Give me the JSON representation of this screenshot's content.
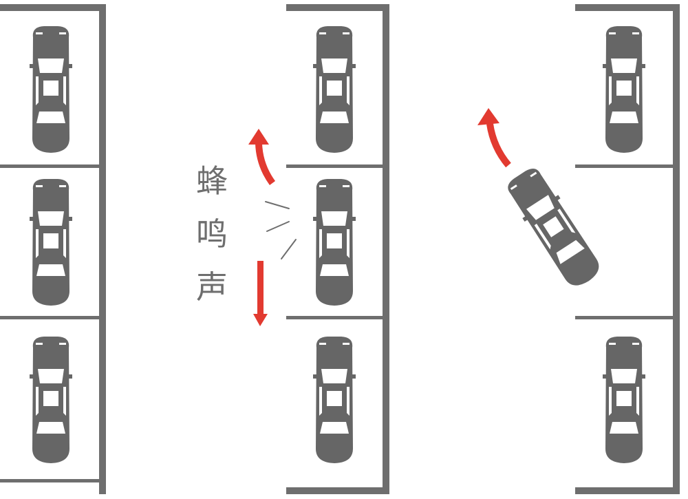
{
  "colors": {
    "structure": "#6e6e6e",
    "car_body": "#666666",
    "car_detail": "#ffffff",
    "arrow": "#e23a30",
    "background": "#ffffff"
  },
  "label": {
    "line1": "蜂",
    "line2": "鸣",
    "line3": "声"
  },
  "panels": [
    {
      "name": "panel-left",
      "cars": 3
    },
    {
      "name": "panel-middle",
      "cars": 3,
      "indicator": "beep-sound-waves"
    },
    {
      "name": "panel-right",
      "cars": 2,
      "moving_car": "exiting-car"
    }
  ],
  "icons": [
    "car-icon",
    "curved-arrow-icon",
    "down-arrow-icon",
    "sound-wave-icon"
  ]
}
